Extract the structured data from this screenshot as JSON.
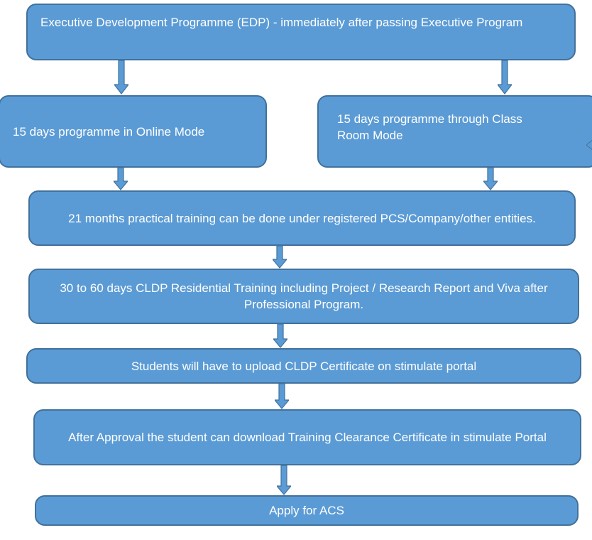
{
  "diagram": {
    "nodes": [
      {
        "id": "edp",
        "text": "Executive Development Programme (EDP) - immediately after passing Executive Program"
      },
      {
        "id": "online",
        "text": "15 days programme in Online Mode"
      },
      {
        "id": "classroom",
        "text": "15 days programme through Class Room Mode"
      },
      {
        "id": "practical",
        "text": "21 months practical training can be done under registered PCS/Company/other entities."
      },
      {
        "id": "cldp",
        "text": "30 to 60 days CLDP Residential Training including Project / Research Report and Viva after Professional Program."
      },
      {
        "id": "upload",
        "text": "Students will have to upload CLDP Certificate on stimulate portal"
      },
      {
        "id": "approval",
        "text": "After Approval the student can download Training Clearance Certificate in stimulate Portal"
      },
      {
        "id": "acs",
        "text": "Apply for ACS"
      }
    ],
    "edges": [
      {
        "from": "edp",
        "to": "online"
      },
      {
        "from": "edp",
        "to": "classroom"
      },
      {
        "from": "online",
        "to": "practical"
      },
      {
        "from": "classroom",
        "to": "practical"
      },
      {
        "from": "practical",
        "to": "cldp"
      },
      {
        "from": "cldp",
        "to": "upload"
      },
      {
        "from": "upload",
        "to": "approval"
      },
      {
        "from": "approval",
        "to": "acs"
      }
    ],
    "colors": {
      "fill": "#5b9bd5",
      "stroke": "#41719c",
      "text": "#ffffff"
    }
  }
}
